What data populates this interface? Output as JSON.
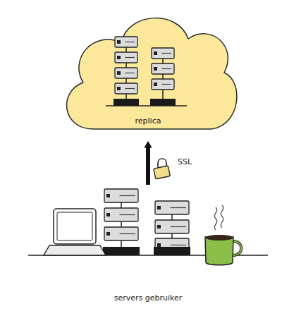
{
  "diagram": {
    "nodes": [
      {
        "text": [
          "replica"
        ]
      },
      {
        "text": [
          "servers gebruiker"
        ]
      }
    ],
    "edges": [
      {
        "from": 1,
        "to": 0,
        "arrow": "to",
        "label": "SSL"
      }
    ]
  }
}
